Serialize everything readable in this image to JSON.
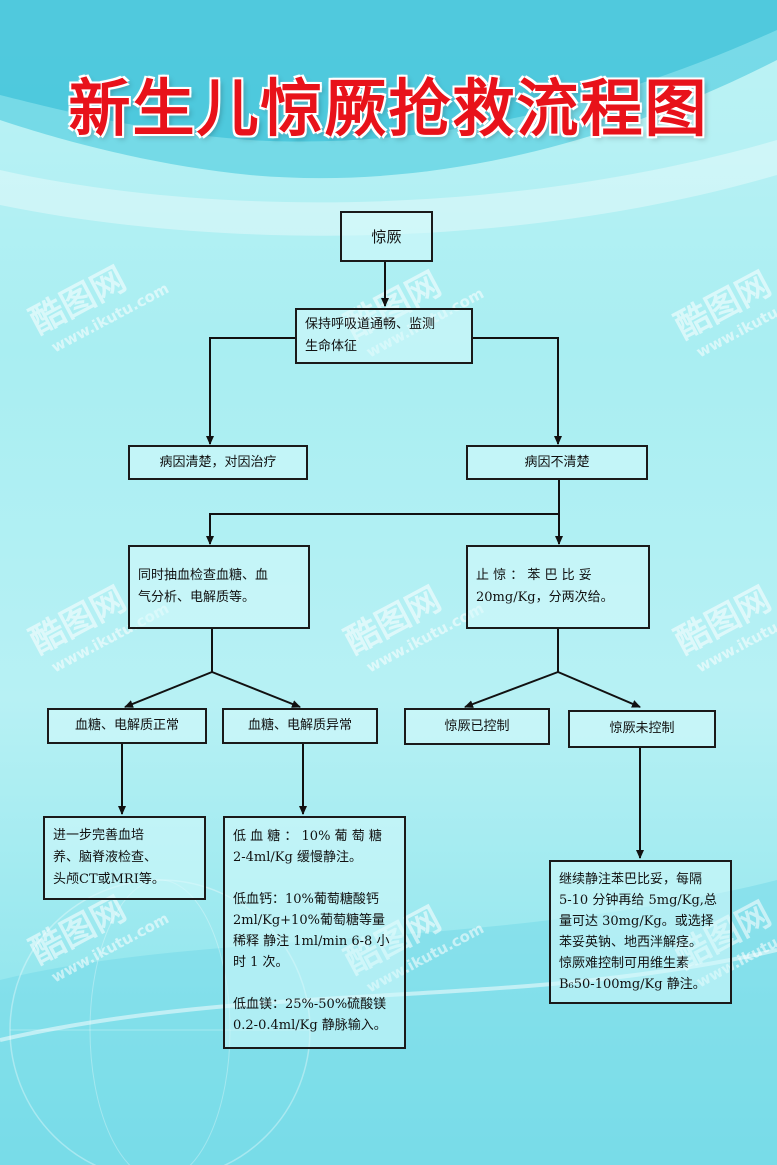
{
  "title": "新生儿惊厥抢救流程图",
  "watermark": {
    "brand": "酷图网",
    "url": "www.ikutu.com"
  },
  "colors": {
    "title": "#e8121a",
    "border": "#1a1a1a",
    "background": "#a9eef2"
  },
  "nodes": {
    "convulsion": "惊厥",
    "airway": "保持呼吸道通畅、监测\n生命体征",
    "cause_clear": "病因清楚，对因治疗",
    "cause_unclear": "病因不清楚",
    "blood_tests": "同时抽血检查血糖、血\n气分析、电解质等。",
    "stop_seizure": "止 惊 ： 苯 巴 比 妥\n20mg/Kg，分两次给。",
    "normal": "血糖、电解质正常",
    "abnormal": "血糖、电解质异常",
    "controlled": "惊厥已控制",
    "uncontrolled": "惊厥未控制",
    "further_tests": "进一步完善血培\n养、脑脊液检查、\n头颅CT或MRI等。",
    "treatment_abnormal": "低 血 糖 ： 10% 葡 萄 糖\n2-4ml/Kg 缓慢静注。\n\n低血钙：10%葡萄糖酸钙\n2ml/Kg+10%葡萄糖等量\n稀释 静注 1ml/min 6-8 小\n时 1 次。\n\n低血镁：25%-50%硫酸镁\n0.2-0.4ml/Kg 静脉输入。",
    "treatment_uncontrolled": "继续静注苯巴比妥，每隔\n5-10 分钟再给 5mg/Kg,总\n量可达 30mg/Kg。或选择\n苯妥英钠、地西泮解痉。\n惊厥难控制可用维生素\nB₆50-100mg/Kg 静注。"
  }
}
